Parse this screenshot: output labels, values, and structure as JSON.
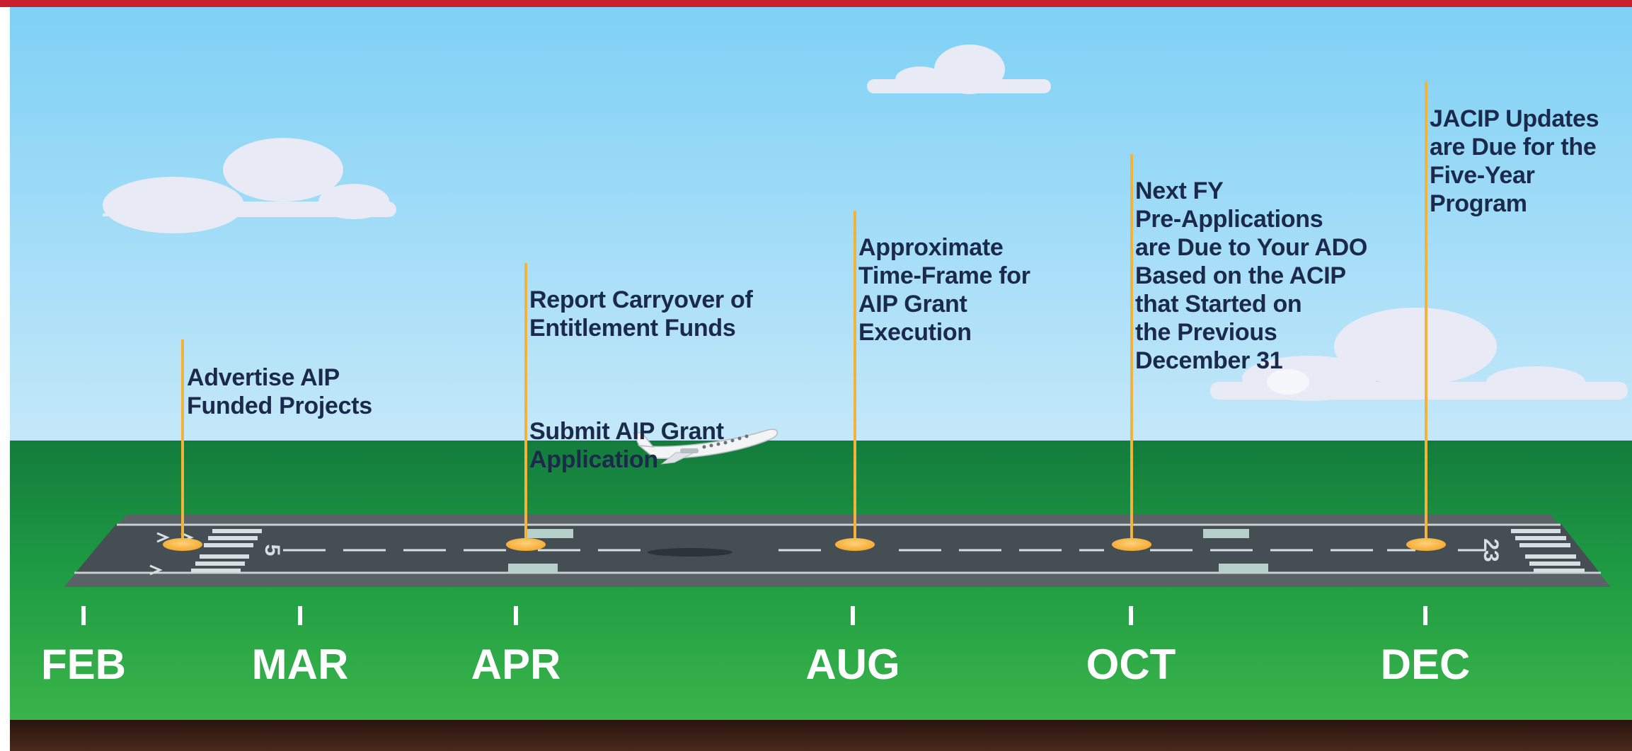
{
  "colors": {
    "sky_top": "#7dd0f5",
    "sky_bottom": "#bfe6f9",
    "grass_dark": "#137c3c",
    "grass_light": "#3ab54a",
    "runway": "#454e52",
    "pole": "#f2b33d",
    "text": "#1b2a4a",
    "top_bar": "#c8202f",
    "soil": "#3b1f16"
  },
  "runway": {
    "numbers_left": "5",
    "numbers_right": "23"
  },
  "months": [
    {
      "label": "FEB"
    },
    {
      "label": "MAR"
    },
    {
      "label": "APR"
    },
    {
      "label": "AUG"
    },
    {
      "label": "OCT"
    },
    {
      "label": "DEC"
    }
  ],
  "milestones": [
    {
      "month": "FEB",
      "lines": [
        "Advertise AIP\nFunded Projects"
      ]
    },
    {
      "month": "APR",
      "lines": [
        "Report Carryover of\nEntitlement Funds",
        "Submit AIP Grant\nApplication"
      ]
    },
    {
      "month": "AUG",
      "lines": [
        "Approximate\nTime-Frame for\nAIP Grant\nExecution"
      ]
    },
    {
      "month": "OCT",
      "lines": [
        "Next FY\nPre-Applications\nare Due to Your ADO\nBased on the ACIP\nthat Started on\nthe Previous\nDecember 31"
      ]
    },
    {
      "month": "DEC",
      "lines": [
        "JACIP Updates\nare Due for the\nFive-Year\nProgram"
      ]
    }
  ]
}
